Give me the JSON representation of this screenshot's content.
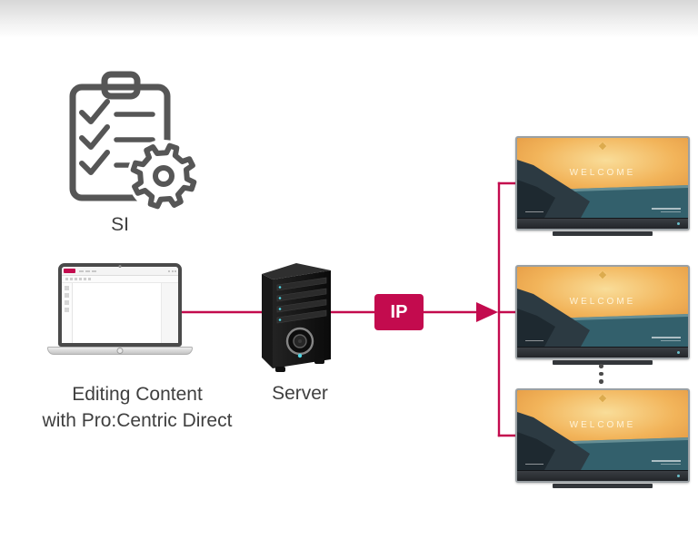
{
  "colors": {
    "accent_red": "#c30b4e",
    "icon_gray": "#565656",
    "text_gray": "#3f3f3f"
  },
  "labels": {
    "si": "SI",
    "editing_line1": "Editing Content",
    "editing_line2": "with Pro:Centric Direct",
    "server": "Server",
    "ip_badge": "IP"
  },
  "tv": {
    "welcome_text": "WELCOME"
  },
  "icons": {
    "si_icon": "clipboard-checklist-with-gear",
    "laptop_icon": "laptop-content-editor",
    "server_icon": "server-tower",
    "flow_arrow_icon": "right-arrow",
    "ellipsis_icon": "vertical-dots",
    "hotel_crest_icon": "gold-crest-diamond"
  }
}
